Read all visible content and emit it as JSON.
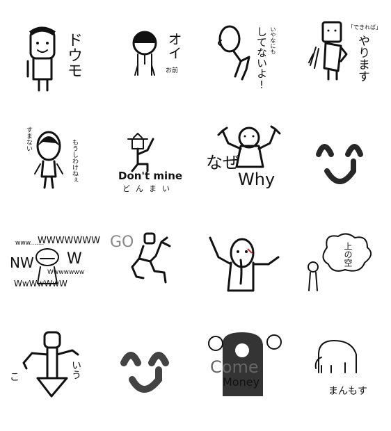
{
  "stickers": [
    {
      "text": "ドウモ"
    },
    {
      "text": "オイ",
      "sub": "お前"
    },
    {
      "sub": "いやなにも",
      "text": "してないよ!"
    },
    {
      "sub": "「できれば」",
      "text": "やります"
    },
    {
      "sub": "すまない",
      "text": "もうしわけねぇ"
    },
    {
      "text": "Don't mine",
      "sub": "どんまい"
    },
    {
      "text": "なぜ",
      "sub": "Why"
    },
    {},
    {
      "text": "WWWWWWW",
      "sub": "www.......",
      "extra": "NW",
      "extra2": "W",
      "extra3": "Wwwwwww",
      "extra4": "WwWwWwW"
    },
    {
      "text": "GO"
    },
    {},
    {
      "text": "上の空"
    },
    {
      "text": "いう",
      "sub": "こ"
    },
    {},
    {
      "text": "Come",
      "sub": "Money"
    },
    {
      "text": "まんもす"
    }
  ],
  "colors": {
    "ink": "#111111",
    "accent": "#e02020",
    "background": "#ffffff"
  }
}
